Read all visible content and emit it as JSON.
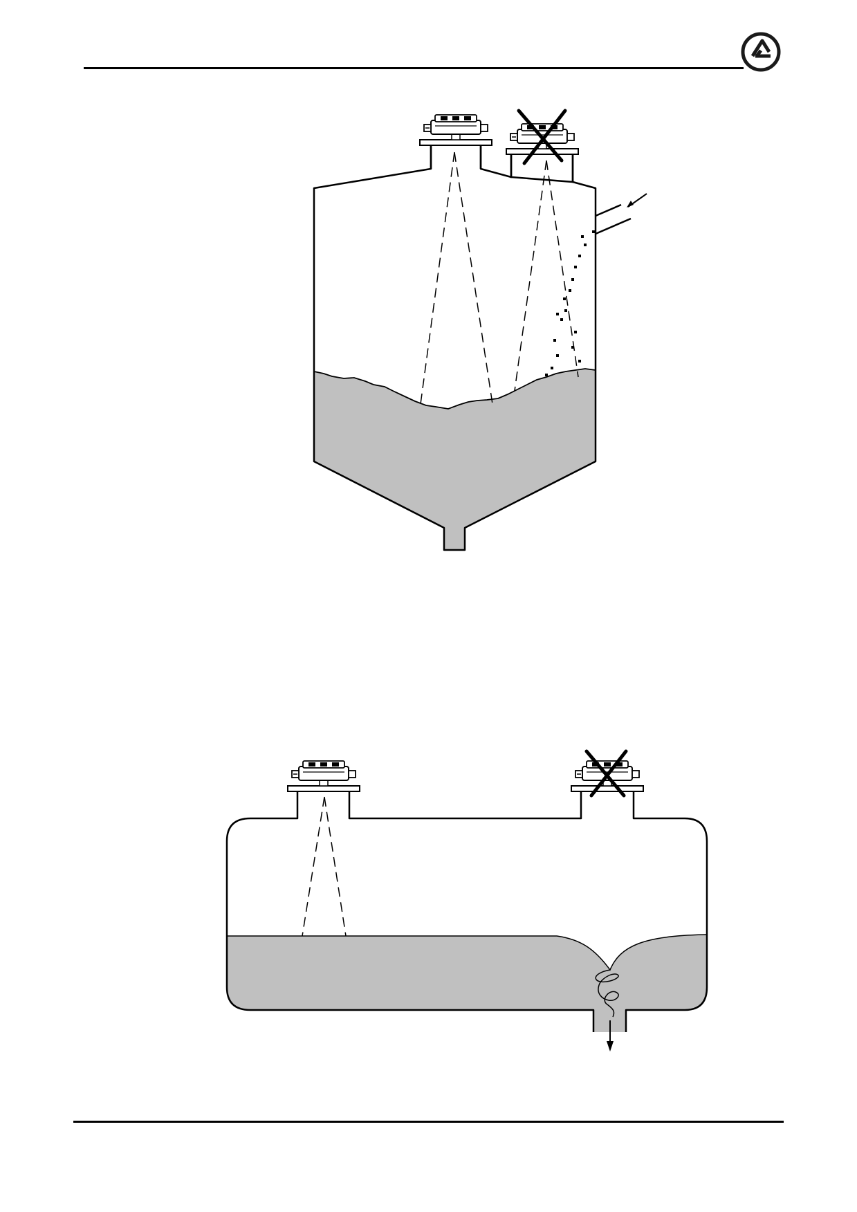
{
  "page": {
    "logo": {
      "icon": "company-logo-icon",
      "color": "#1a1a1a"
    }
  },
  "figures": [
    {
      "id": "silo",
      "description_icon": "solid-silo-with-sensors",
      "sensors": [
        {
          "status": "correct"
        },
        {
          "status": "incorrect",
          "mark": "cross"
        }
      ],
      "colors": {
        "material": "#c0c0c0",
        "outline": "#000000"
      }
    },
    {
      "id": "horizontal-tank",
      "description_icon": "liquid-tank-with-sensors",
      "sensors": [
        {
          "status": "correct"
        },
        {
          "status": "incorrect",
          "mark": "cross"
        }
      ],
      "colors": {
        "liquid": "#c0c0c0",
        "outline": "#000000"
      }
    }
  ]
}
